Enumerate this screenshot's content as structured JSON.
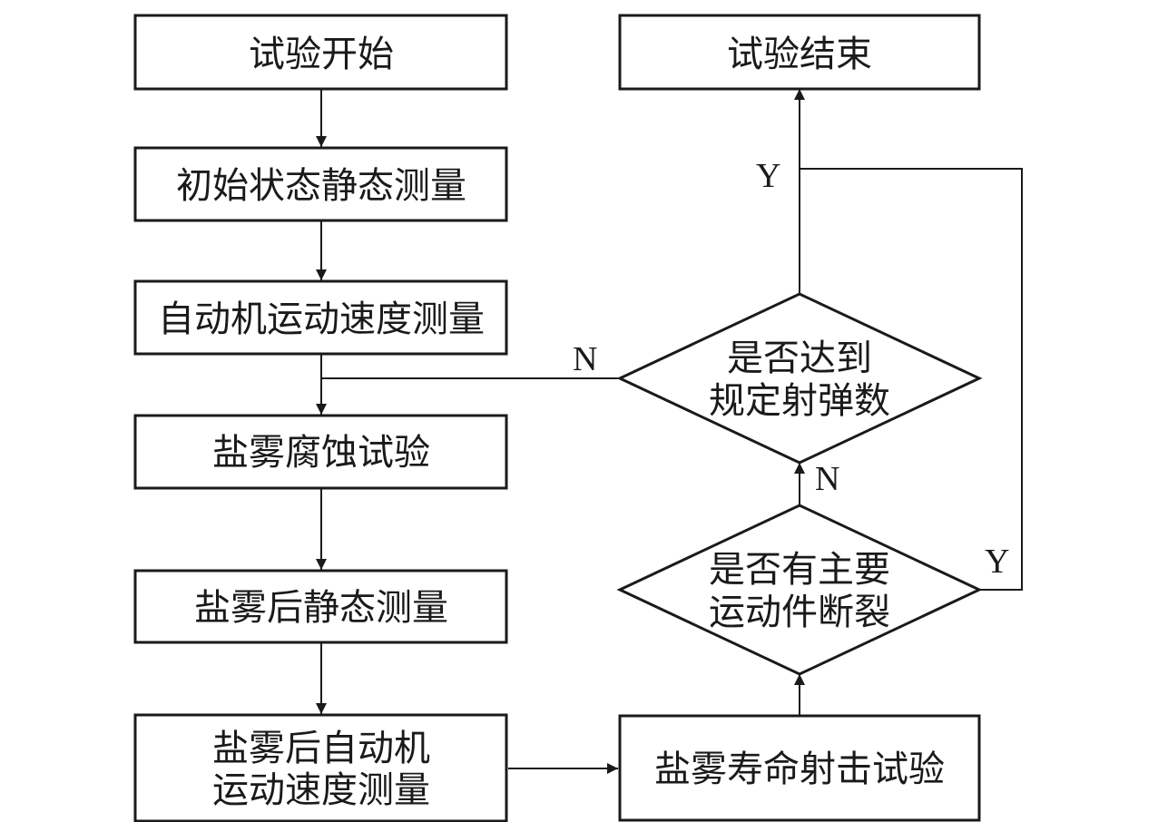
{
  "nodes": {
    "start": "试验开始",
    "initial_static": "初始状态静态测量",
    "auto_speed": "自动机运动速度测量",
    "salt_spray": "盐雾腐蚀试验",
    "after_static": "盐雾后静态测量",
    "after_speed_line1": "盐雾后自动机",
    "after_speed_line2": "运动速度测量",
    "life_firing": "盐雾寿命射击试验",
    "break_check_line1": "是否有主要",
    "break_check_line2": "运动件断裂",
    "rounds_check_line1": "是否达到",
    "rounds_check_line2": "规定射弹数",
    "end": "试验结束"
  },
  "edge_labels": {
    "rounds_no": "N",
    "break_no": "N",
    "rounds_yes": "Y",
    "break_yes": "Y"
  }
}
